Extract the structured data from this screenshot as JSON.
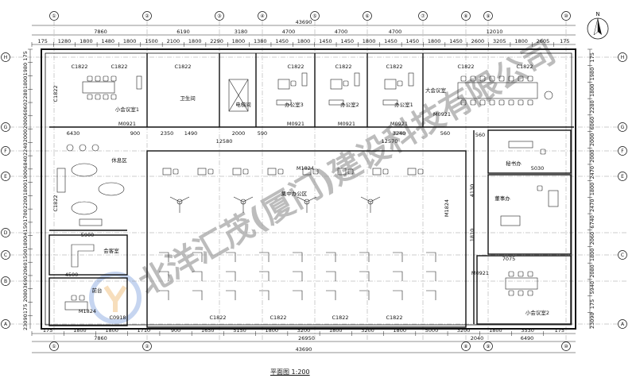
{
  "plan": {
    "caption": "平面图 1:200",
    "compass_label": "N",
    "watermark": "北洋汇茂(厦门)建设科技有限公司",
    "axes_top": [
      "①",
      "②",
      "③",
      "④",
      "⑤",
      "⑥",
      "⑦",
      "⑧",
      "⑨",
      "⑩"
    ],
    "axes_bottom": [
      "①",
      "②",
      "⑧",
      "⑨",
      "⑩"
    ],
    "axes_left": [
      "H",
      "G",
      "F",
      "E",
      "D",
      "C",
      "B",
      "A"
    ],
    "axes_right": [
      "H",
      "G",
      "F",
      "E",
      "C",
      "A"
    ],
    "dims_top_total": "43690",
    "dims_top_bays": [
      "7860",
      "6190",
      "3180",
      "4700",
      "4700",
      "4700",
      "12010"
    ],
    "dims_top_detail": [
      "175",
      "1280",
      "1800",
      "1480",
      "1800",
      "1500",
      "2100",
      "1800",
      "2290",
      "1800",
      "1380",
      "1450",
      "1800",
      "1450",
      "1450",
      "1800",
      "1450",
      "1450",
      "1800",
      "1450",
      "2600",
      "3205",
      "1800",
      "2605",
      "175"
    ],
    "dims_bottom_detail": [
      "175",
      "1800",
      "1800",
      "1710",
      "900",
      "1650",
      "5150",
      "1800",
      "3200",
      "1800",
      "3200",
      "1800",
      "5000",
      "3200",
      "1800",
      "3530",
      "175"
    ],
    "dims_bottom_bays": [
      "7860",
      "26950",
      "2040",
      "6490"
    ],
    "dims_bottom_total": "43690",
    "dims_left": [
      "175",
      "1980",
      "1800",
      "2280",
      "6060",
      "2000",
      "2000",
      "2240",
      "6840",
      "1900",
      "1800",
      "2200",
      "1700",
      "4150",
      "1800",
      "1500",
      "2060",
      "3690",
      "2080",
      "175",
      "23090"
    ],
    "dims_right": [
      "175",
      "1980",
      "1800",
      "2280",
      "6060",
      "2000",
      "2000",
      "2470",
      "1800",
      "2470",
      "6740",
      "2060",
      "1800",
      "2080",
      "5940",
      "175",
      "23090"
    ],
    "dims_inner": [
      "6430",
      "900",
      "2350",
      "1490",
      "2000",
      "12580",
      "590",
      "12570",
      "560",
      "560",
      "5900",
      "4500",
      "7075",
      "5030",
      "4130",
      "1810",
      "3240"
    ],
    "rooms": {
      "meeting1": "小会议室1",
      "restroom": "卫生间",
      "elevator": "电梯间",
      "office3": "办公室3",
      "office2": "办公室2",
      "office1": "办公室1",
      "big_meeting": "大会议室",
      "lounge": "休息区",
      "open_office": "集中办公区",
      "reception": "会客室",
      "front_desk": "前台",
      "secretary": "秘书办",
      "chairman": "董事办",
      "meeting2": "小会议室2"
    },
    "doors": [
      "C1822",
      "C1822",
      "C1822",
      "C1822",
      "C1822",
      "C1822",
      "C1822",
      "C1822",
      "C1822",
      "C1822",
      "C1822",
      "C1822",
      "C1822",
      "C1822",
      "M0921",
      "M0921",
      "M0921",
      "M0921",
      "M0921",
      "M0921",
      "M1824",
      "M1824",
      "M1824",
      "C0918"
    ]
  }
}
